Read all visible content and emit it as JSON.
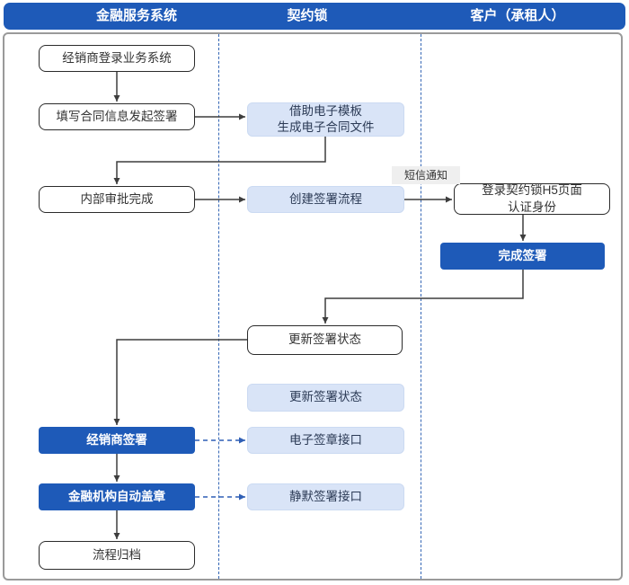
{
  "lanes": [
    {
      "title": "金融服务系统"
    },
    {
      "title": "契约锁"
    },
    {
      "title": "客户（承租人）"
    }
  ],
  "nodes": [
    {
      "id": "dealer-login",
      "label": "经销商登录业务系统"
    },
    {
      "id": "fill-contract-initiate-sign",
      "label": "填写合同信息发起签署"
    },
    {
      "id": "internal-approval-done",
      "label": "内部审批完成"
    },
    {
      "id": "dealer-sign",
      "label": "经销商签署"
    },
    {
      "id": "institution-auto-stamp",
      "label": "金融机构自动盖章"
    },
    {
      "id": "process-archive",
      "label": "流程归档"
    },
    {
      "id": "template-generate-contract",
      "label": "借助电子模板\n生成电子合同文件"
    },
    {
      "id": "create-sign-flow",
      "label": "创建签署流程"
    },
    {
      "id": "update-sign-status-callback",
      "label": "更新签署状态"
    },
    {
      "id": "update-sign-status-api",
      "label": "更新签署状态"
    },
    {
      "id": "esignature-api",
      "label": "电子签章接口"
    },
    {
      "id": "silent-sign-api",
      "label": "静默签署接口"
    },
    {
      "id": "h5-login-identity",
      "label": "登录契约锁H5页面\n认证身份"
    },
    {
      "id": "complete-sign",
      "label": "完成签署"
    }
  ],
  "annotations": {
    "sms_notice": "短信通知"
  },
  "colors": {
    "primary_blue": "#1e5ab8",
    "light_box_fill": "#d9e4f7",
    "lane_divider": "#3466b5",
    "dashed_connector": "#2f5fb5",
    "connector": "#3d3d3d",
    "outer_border": "#9a9a9a",
    "annotation_bg": "#efefef"
  }
}
